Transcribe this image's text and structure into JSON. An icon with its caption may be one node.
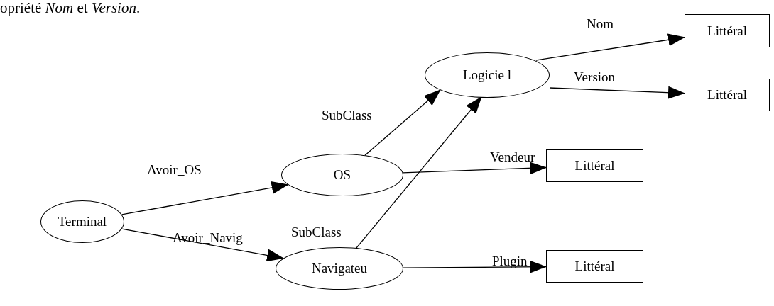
{
  "diagram": {
    "nodes": [
      {
        "text": [
          "Littéral"
        ]
      },
      {
        "text": [
          "Logicie l"
        ]
      },
      {
        "text": [
          "Littéral"
        ]
      },
      {
        "text": [
          "OS"
        ]
      },
      {
        "text": [
          "Littéral"
        ]
      },
      {
        "text": [
          "Terminal"
        ]
      },
      {
        "text": [
          "Navigateu"
        ]
      },
      {
        "text": [
          "Littéral"
        ]
      }
    ],
    "edges": [
      {
        "from": 5,
        "to": 3,
        "arrow": "to",
        "label": "Avoir_OS"
      },
      {
        "from": 5,
        "to": 6,
        "arrow": "to",
        "label": "Avoir_Navig"
      },
      {
        "from": 3,
        "to": 1,
        "arrow": "to",
        "label": "SubClass"
      },
      {
        "from": 6,
        "to": 1,
        "arrow": "to",
        "label": "SubClass"
      },
      {
        "from": 1,
        "to": 0,
        "arrow": "to",
        "label": "Nom"
      },
      {
        "from": 1,
        "to": 2,
        "arrow": "to",
        "label": "Version"
      },
      {
        "from": 3,
        "to": 4,
        "arrow": "to",
        "label": "Vendeur"
      },
      {
        "from": 6,
        "to": 7,
        "arrow": "to",
        "label": "Plugin"
      }
    ],
    "labels": [
      "opriété *Nom* et *Version*."
    ]
  }
}
